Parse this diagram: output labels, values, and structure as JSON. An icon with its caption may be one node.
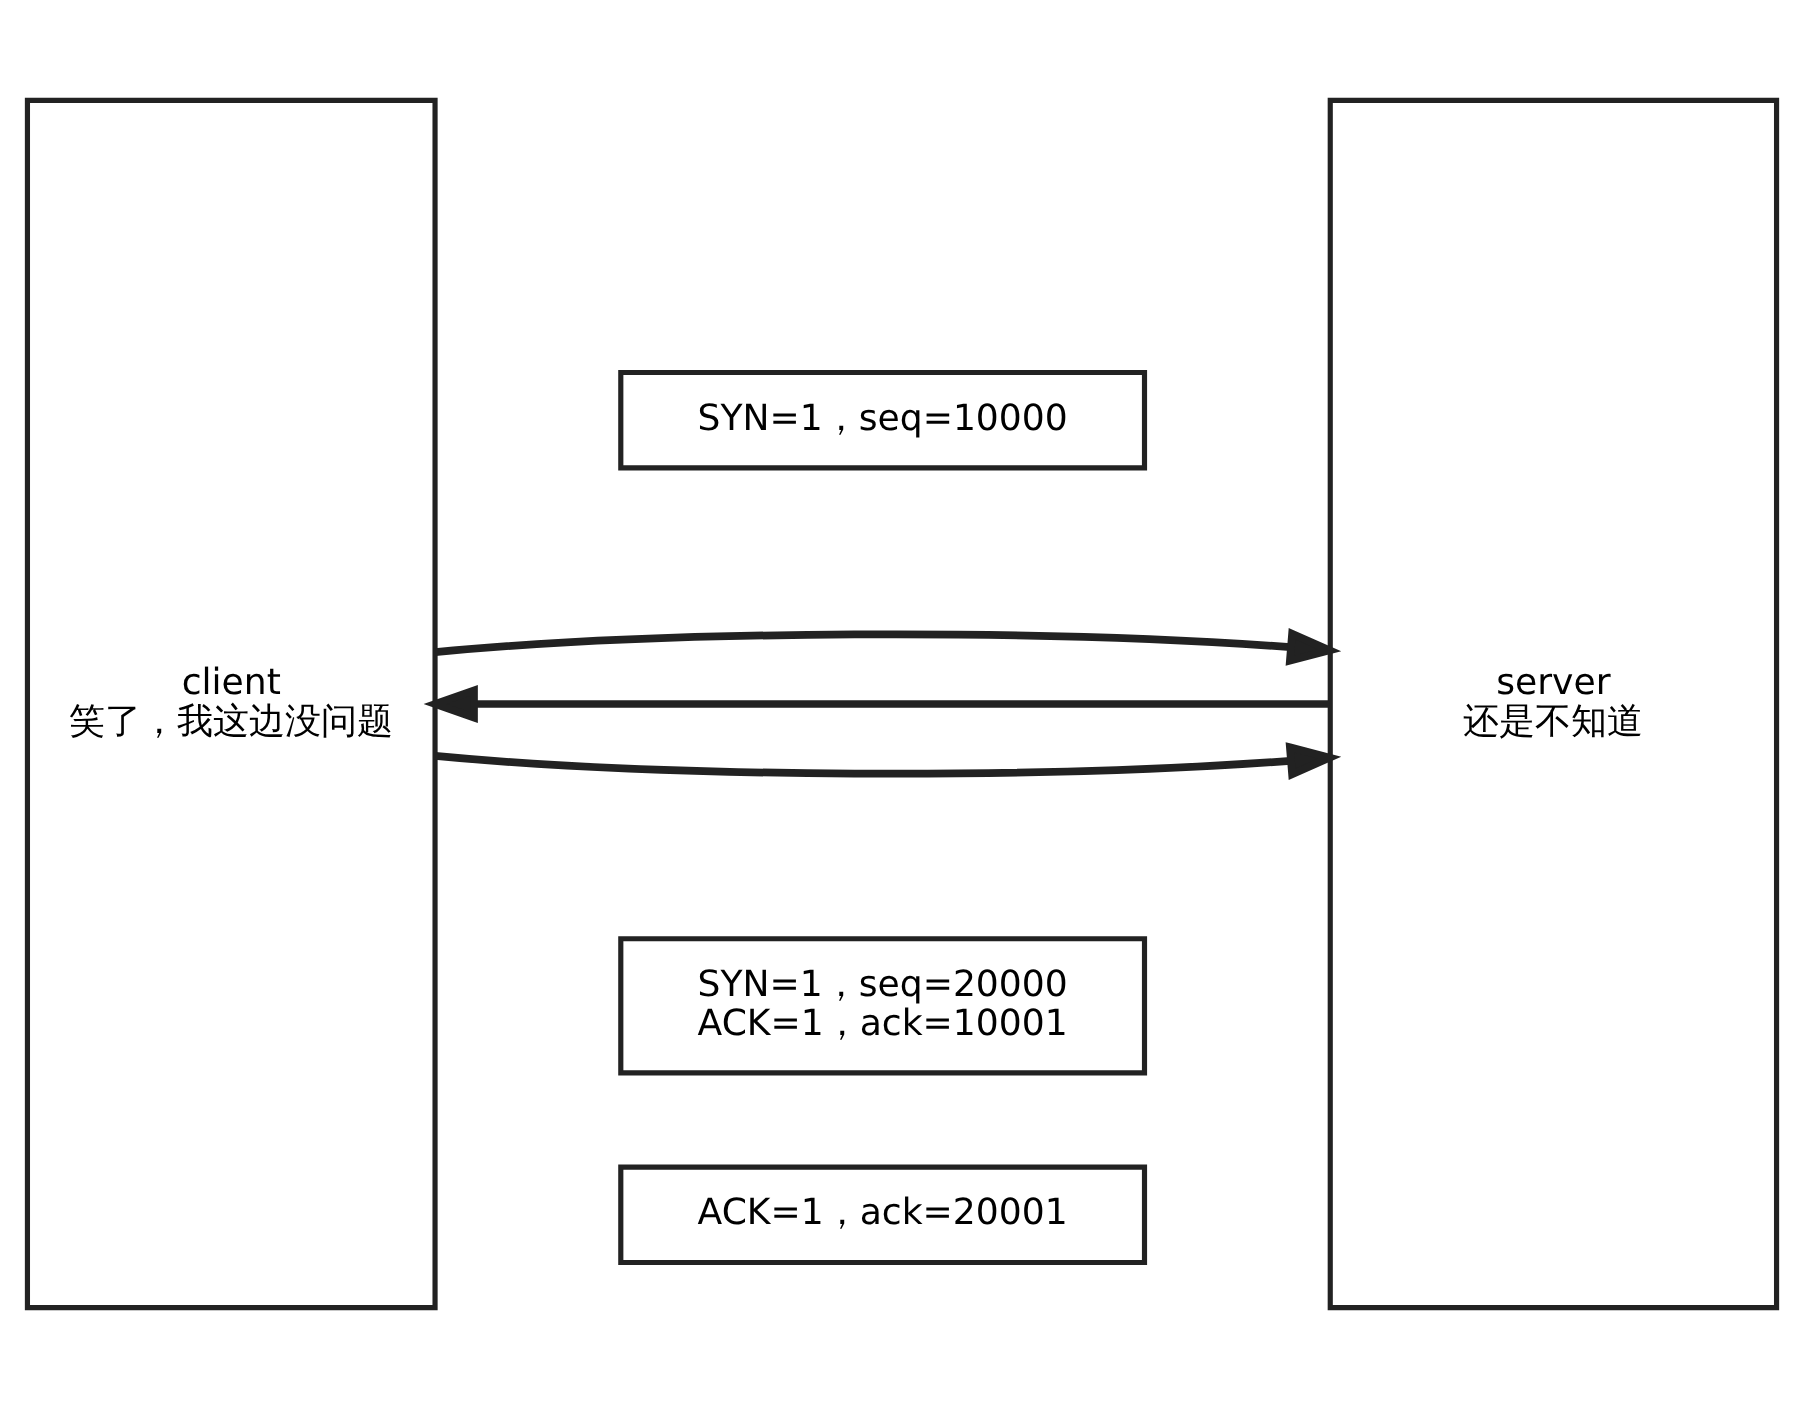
{
  "diagram": {
    "nodes": [
      {
        "text": [
          "client",
          "笑了，我这边没问题"
        ]
      },
      {
        "text": [
          "SYN=1，seq=10000"
        ]
      },
      {
        "text": [
          "SYN=1，seq=20000",
          "ACK=1，ack=10001"
        ]
      },
      {
        "text": [
          "ACK=1，ack=20001"
        ]
      },
      {
        "text": [
          "server",
          "还是不知道"
        ]
      }
    ],
    "edges": [
      {
        "from": 0,
        "to": 4,
        "arrow": "to"
      },
      {
        "from": 4,
        "to": 0,
        "arrow": "to"
      },
      {
        "from": 0,
        "to": 4,
        "arrow": "to"
      }
    ]
  }
}
